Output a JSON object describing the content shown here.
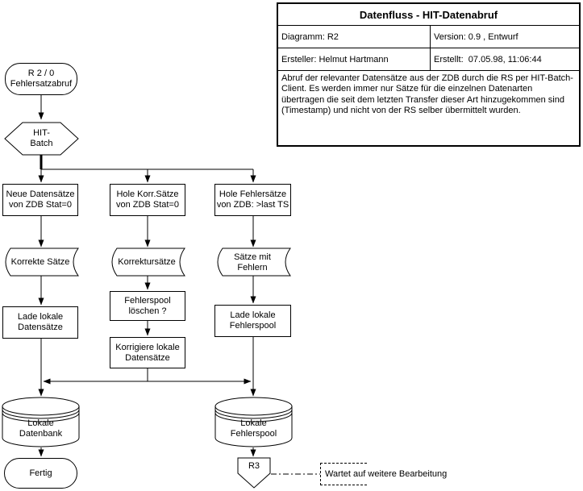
{
  "title_block": {
    "title": "Datenfluss - HIT-Datenabruf",
    "diagram": "Diagramm: R2",
    "version": "Version: 0.9 , Entwurf",
    "author": "Ersteller: Helmut Hartmann",
    "created": "Erstellt:  07.05.98, 11:06:44",
    "description": "Abruf der relevanter Datensätze aus der ZDB durch die RS per HIT-Batch-Client. Es werden immer nur Sätze für die einzelnen Datenarten übertragen die seit dem letzten Transfer dieser Art hinzugekommen sind (Timestamp) und nicht von der RS selber übermittelt wurden."
  },
  "nodes": {
    "start": "R 2 / 0\nFehlersatzabruf",
    "hit_batch": "HIT-\nBatch",
    "neue_datensaetze": "Neue Datensätze\nvon ZDB Stat=0",
    "hole_korr_saetze": "Hole Korr.Sätze\nvon ZDB Stat=0",
    "hole_fehlersaetze": "Hole Fehlersätze\nvon ZDB: >last TS",
    "korrekte_saetze": "Korrekte Sätze",
    "korrektursaetze": "Korrektursätze",
    "saetze_mit_fehlern": "Sätze mit\nFehlern",
    "lade_lokale_datensaetze": "Lade lokale\nDatensätze",
    "fehlerspool_loeschen": "Fehlerspool\nlöschen ?",
    "korrigiere_lokale_datensaetze": "Korrigiere lokale\nDatensätze",
    "lade_lokale_fehlerspool": "Lade lokale\nFehlerspool",
    "lokale_datenbank": "Lokale\nDatenbank",
    "lokale_fehlerspool": "Lokale\nFehlerspool",
    "fertig": "Fertig",
    "r3": "R3",
    "annotation": "Wartet auf weitere Bearbeitung"
  },
  "colors": {
    "line": "#000000",
    "background": "#ffffff"
  }
}
